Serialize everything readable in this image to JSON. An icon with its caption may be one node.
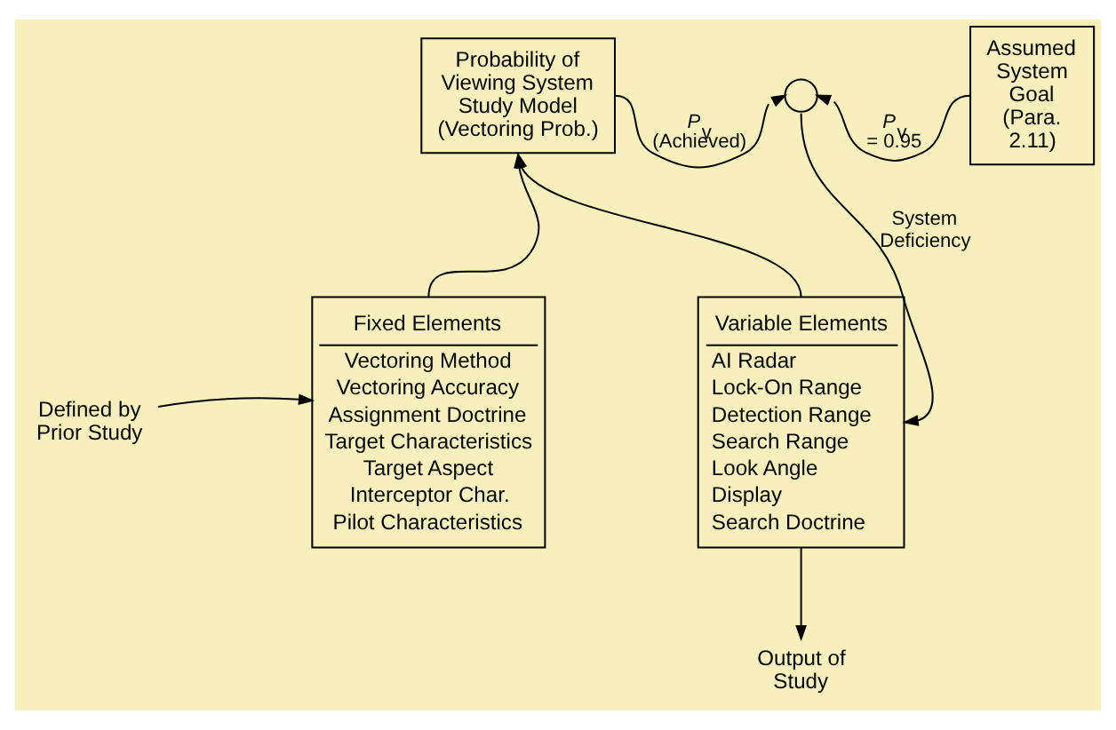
{
  "diagram": {
    "nodes": [
      {
        "text": [
          "Probability of Viewing System Study Model (Vectoring Prob.)"
        ]
      },
      {
        "text": [],
        "shape": "circle"
      },
      {
        "text": [
          "Assumed System Goal (Para. 2.11)"
        ]
      },
      {
        "text": [
          "Defined by Prior Study"
        ]
      },
      {
        "text": [
          "Fixed Elements",
          "Vectoring Method",
          "Vectoring Accuracy",
          "Assignment Doctrine",
          "Target Characteristics",
          "Target Aspect",
          "Interceptor Char.",
          "Pilot Characteristics"
        ]
      },
      {
        "text": [
          "Variable Elements",
          "AI Radar",
          "Lock-On Range",
          "Detection Range",
          "Search Range",
          "Look Angle",
          "Display",
          "Search Doctrine"
        ]
      },
      {
        "text": [
          "Output of Study"
        ]
      }
    ],
    "edges": [
      {
        "from": 0,
        "to": 1,
        "arrow": "to",
        "label": "*P*$_{v}$ (Achieved)"
      },
      {
        "from": 2,
        "to": 1,
        "arrow": "to",
        "label": "*P*$_{v}$ = 0.95"
      },
      {
        "from": 1,
        "to": 5,
        "arrow": "to",
        "label": "System Deficiency"
      },
      {
        "from": 3,
        "to": 4,
        "arrow": "to"
      },
      {
        "from": 4,
        "to": 0,
        "arrow": "to"
      },
      {
        "from": 5,
        "to": 0,
        "arrow": "to"
      },
      {
        "from": 5,
        "to": 6,
        "arrow": "to"
      }
    ]
  }
}
